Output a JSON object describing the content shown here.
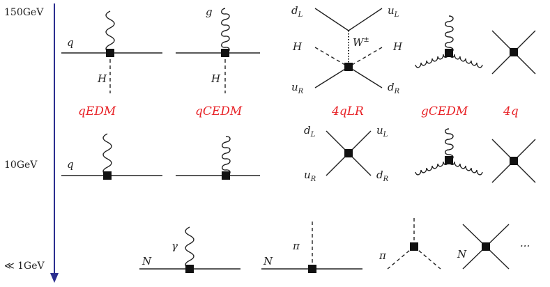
{
  "scales": {
    "top": "150GeV",
    "mid": "10GeV",
    "low": "≪ 1GeV"
  },
  "operators": {
    "qedm": "qEDM",
    "qcedm": "qCEDM",
    "fourqlr": "4qLR",
    "gcedm": "gCEDM",
    "fourq": "4q"
  },
  "labels": {
    "q": "q",
    "g": "g",
    "H": "H",
    "dL": "d",
    "uL": "u",
    "uR": "u",
    "dR": "d",
    "sub_L": "L",
    "sub_R": "R",
    "W": "W",
    "W_sup": "±",
    "gamma": "γ",
    "pi": "π",
    "N": "N",
    "ellipsis": "···"
  },
  "colors": {
    "operator_label": "#e8252a",
    "arrow": "#2b2e8f",
    "ink": "#222222"
  }
}
